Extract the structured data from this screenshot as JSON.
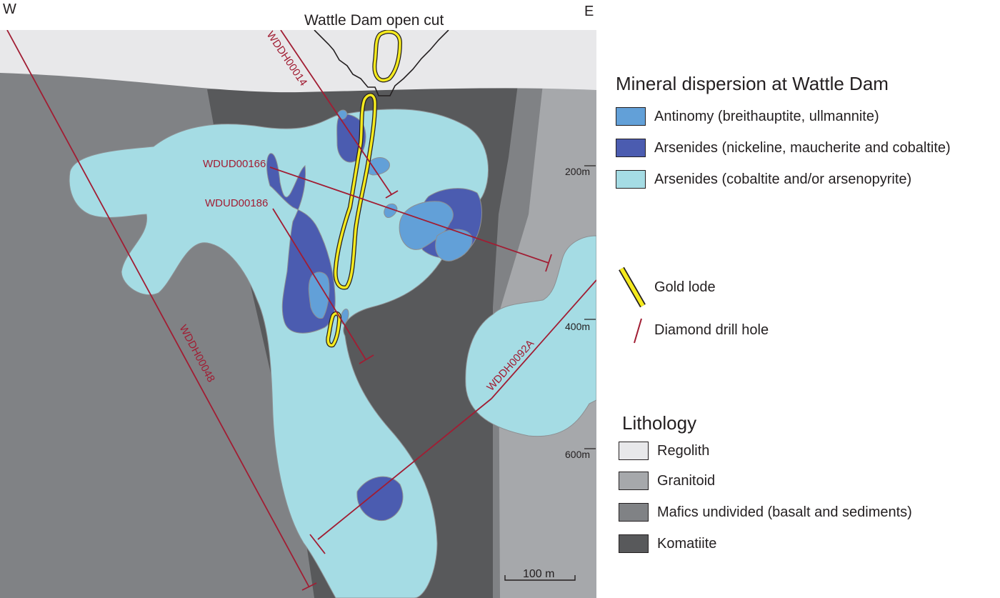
{
  "orientation": {
    "west": "W",
    "east": "E"
  },
  "open_cut_label": "Wattle Dam open cut",
  "drill_holes": [
    "WDDH00014",
    "WDUD00166",
    "WDUD00186",
    "WDDH00048",
    "WDDH0092A"
  ],
  "depth_ticks": [
    "200m",
    "400m",
    "600m"
  ],
  "scale_bar": {
    "label": "100 m"
  },
  "mineral_legend": {
    "title": "Mineral dispersion at Wattle Dam",
    "items": [
      {
        "label": "Antinomy (breithauptite, ullmannite)",
        "color": "#62a0d8"
      },
      {
        "label": "Arsenides (nickeline, maucherite and cobaltite)",
        "color": "#4b5cb0"
      },
      {
        "label": "Arsenides (cobaltite and/or arsenopyrite)",
        "color": "#a5dce4"
      }
    ],
    "symbols": [
      {
        "label": "Gold lode",
        "icon": "gold-lode-icon"
      },
      {
        "label": "Diamond drill hole",
        "icon": "drill-hole-icon"
      }
    ]
  },
  "lithology_legend": {
    "title": "Lithology",
    "items": [
      {
        "label": "Regolith",
        "color": "#e8e8ea"
      },
      {
        "label": "Granitoid",
        "color": "#a6a8ab"
      },
      {
        "label": "Mafics undivided (basalt and sediments)",
        "color": "#808285"
      },
      {
        "label": "Komatiite",
        "color": "#58595b"
      }
    ]
  },
  "colors": {
    "drill_hole": "#a11d33",
    "gold_lode": "#f5ea1e"
  }
}
